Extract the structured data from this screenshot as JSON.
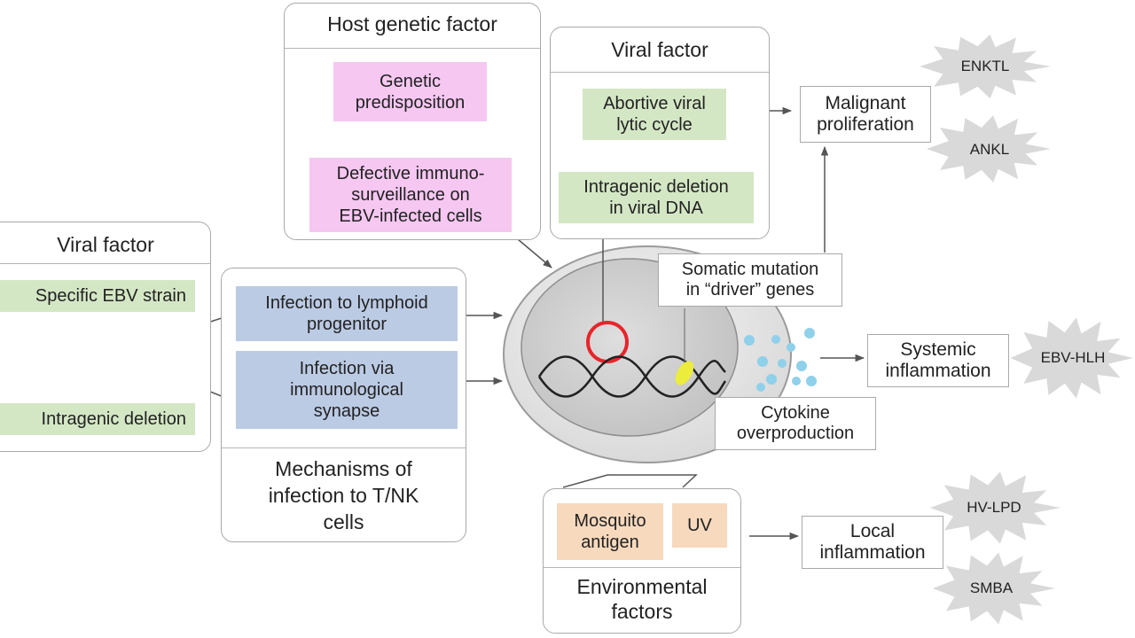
{
  "host": {
    "title": "Host genetic factor",
    "genetic_predisposition": "Genetic\npredisposition",
    "defective_immuno": "Defective immuno-\nsurveillance on\nEBV-infected cells"
  },
  "viral_top": {
    "title": "Viral factor",
    "abortive": "Abortive viral\nlytic cycle",
    "intragenic": "Intragenic deletion\nin viral DNA"
  },
  "viral_left": {
    "title": "Viral factor",
    "strain": "Specific EBV strain",
    "deletion": "Intragenic deletion"
  },
  "mechanisms": {
    "lymphoid": "Infection to lymphoid\nprogenitor",
    "synapse": "Infection via\nimmunological\nsynapse",
    "title": "Mechanisms of\ninfection to T/NK\ncells"
  },
  "cell": {
    "somatic": "Somatic mutation\nin “driver” genes",
    "cytokine": "Cytokine\noverproduction"
  },
  "outcomes": {
    "malignant": "Malignant\nproliferation",
    "systemic": "Systemic\ninflammation",
    "local": "Local\ninflammation"
  },
  "environment": {
    "mosquito": "Mosquito\nantigen",
    "uv": "UV",
    "title": "Environmental\nfactors"
  },
  "diseases": [
    "ENKTL",
    "ANKL",
    "EBV-HLH",
    "HV-LPD",
    "SMBA"
  ],
  "colors": {
    "green": "#d4e7c5",
    "pink": "#f5c7f1",
    "blue": "#bccbe4",
    "tan": "#f7d9bd",
    "burst": "#d9d9d9",
    "ring": "#e8242b",
    "mutation": "#ecec3c",
    "cytokine_dots": "#8fd0ea",
    "virus_capsid": "#a9dce8",
    "virus_core": "#e66a8a"
  }
}
